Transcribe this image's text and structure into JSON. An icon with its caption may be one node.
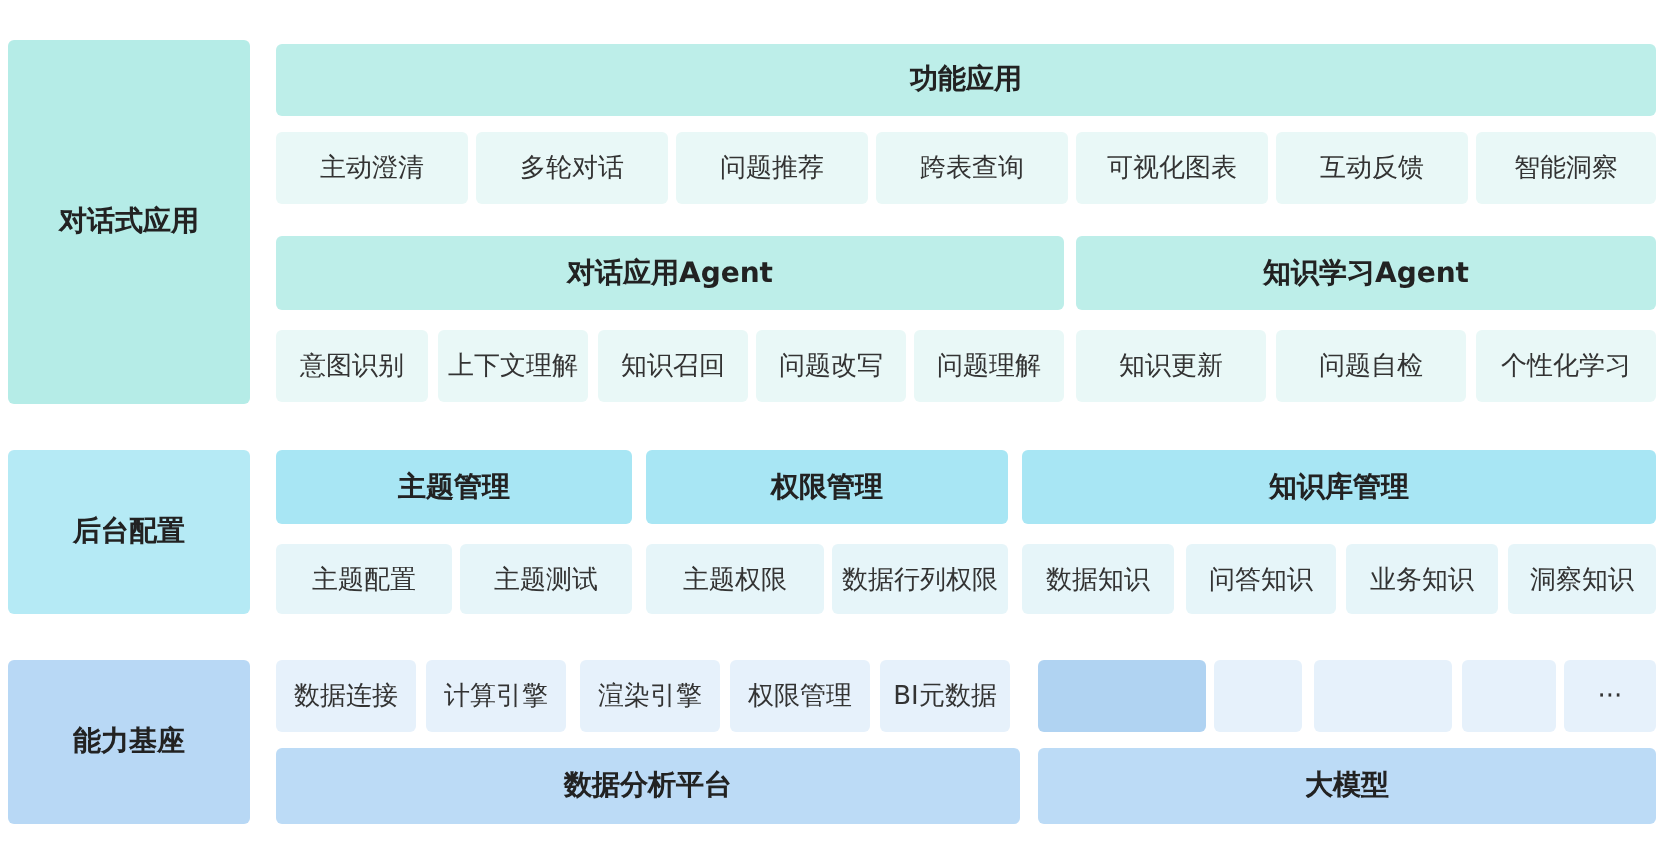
{
  "diagram": {
    "nodes": [
      {
        "text": [
          "对话式应用"
        ]
      },
      {
        "text": [
          "功能应用"
        ]
      },
      {
        "text": [
          "主动澄清"
        ]
      },
      {
        "text": [
          "多轮对话"
        ]
      },
      {
        "text": [
          "问题推荐"
        ]
      },
      {
        "text": [
          "跨表查询"
        ]
      },
      {
        "text": [
          "可视化图表"
        ]
      },
      {
        "text": [
          "互动反馈"
        ]
      },
      {
        "text": [
          "智能洞察"
        ]
      },
      {
        "text": [
          "对话应用Agent"
        ]
      },
      {
        "text": [
          "知识学习Agent"
        ]
      },
      {
        "text": [
          "意图识别"
        ]
      },
      {
        "text": [
          "上下文理解"
        ]
      },
      {
        "text": [
          "知识召回"
        ]
      },
      {
        "text": [
          "问题改写"
        ]
      },
      {
        "text": [
          "问题理解"
        ]
      },
      {
        "text": [
          "知识更新"
        ]
      },
      {
        "text": [
          "问题自检"
        ]
      },
      {
        "text": [
          "个性化学习"
        ]
      },
      {
        "text": [
          "后台配置"
        ]
      },
      {
        "text": [
          "主题管理"
        ]
      },
      {
        "text": [
          "权限管理"
        ]
      },
      {
        "text": [
          "知识库管理"
        ]
      },
      {
        "text": [
          "主题配置"
        ]
      },
      {
        "text": [
          "主题测试"
        ]
      },
      {
        "text": [
          "主题权限"
        ]
      },
      {
        "text": [
          "数据行列权限"
        ]
      },
      {
        "text": [
          "数据知识"
        ]
      },
      {
        "text": [
          "问答知识"
        ]
      },
      {
        "text": [
          "业务知识"
        ]
      },
      {
        "text": [
          "洞察知识"
        ]
      },
      {
        "text": [
          "能力基座"
        ]
      },
      {
        "text": [
          "数据连接"
        ]
      },
      {
        "text": [
          "计算引擎"
        ]
      },
      {
        "text": [
          "渲染引擎"
        ]
      },
      {
        "text": [
          "权限管理"
        ]
      },
      {
        "text": [
          "BI元数据"
        ]
      },
      {
        "text": [],
        "shape": "box"
      },
      {
        "text": [],
        "shape": "box"
      },
      {
        "text": [],
        "shape": "box"
      },
      {
        "text": [],
        "shape": "box"
      },
      {
        "text": [
          "···"
        ]
      },
      {
        "text": [
          "数据分析平台"
        ]
      },
      {
        "text": [
          "大模型"
        ]
      }
    ]
  }
}
